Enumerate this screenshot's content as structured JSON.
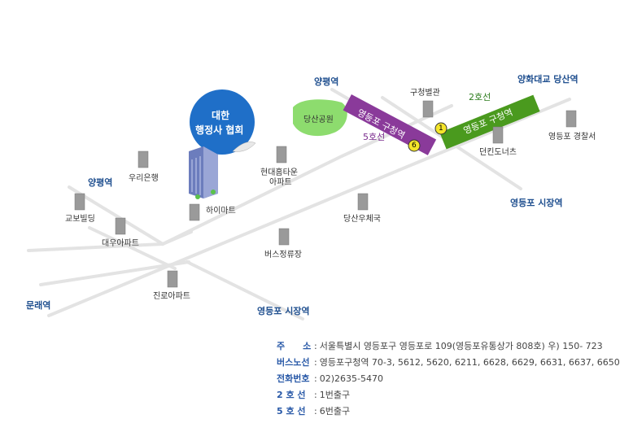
{
  "badge": {
    "line1": "대한",
    "line2": "행정사 협회"
  },
  "stations": {
    "yangpyeong_top": "양평역",
    "yangpyeong_left": "양평역",
    "munrae": "문래역",
    "market_bottom": "영등포 시장역",
    "market_right": "영등포 시장역",
    "yanghwa": "양화대교 당산역"
  },
  "lines": {
    "line2_label": "2호선",
    "line5_label": "5호선",
    "line2_banner": "영등포 구청역",
    "line5_banner": "영등포 구청역",
    "exit1": "1",
    "exit6": "6"
  },
  "park": "당산공원",
  "places": {
    "annex": "구청별관",
    "woori": "우리은행",
    "hyundai1": "현대홈타운",
    "hyundai2": "아파트",
    "kyobo": "교보빌딩",
    "daewoo": "대우아파트",
    "himart": "하이마트",
    "dangsan_post": "당산우체국",
    "bus_stop": "버스정류장",
    "jinro": "진로아파트",
    "dunkin": "던킨도너츠",
    "police": "영등포 경찰서"
  },
  "info": [
    {
      "key": "주　　소",
      "value": "서울특별시 영등포구 영등포로 109(영등포유통상가 808호) 우) 150- 723"
    },
    {
      "key": "버스노선",
      "value": "영등포구청역 70-3, 5612, 5620, 6211, 6628, 6629, 6631, 6637, 6650"
    },
    {
      "key": "전화번호",
      "value": "02)2635-5470"
    },
    {
      "key": "2 호 선",
      "value": "1번출구"
    },
    {
      "key": "5 호 선",
      "value": "6번출구"
    }
  ],
  "colors": {
    "line2": "#4a9a1e",
    "line5": "#8a3a9a",
    "park": "#8ddc6e",
    "road": "#e3e3e3",
    "badge": "#1f6fc8",
    "station_text": "#1f4f8f"
  }
}
